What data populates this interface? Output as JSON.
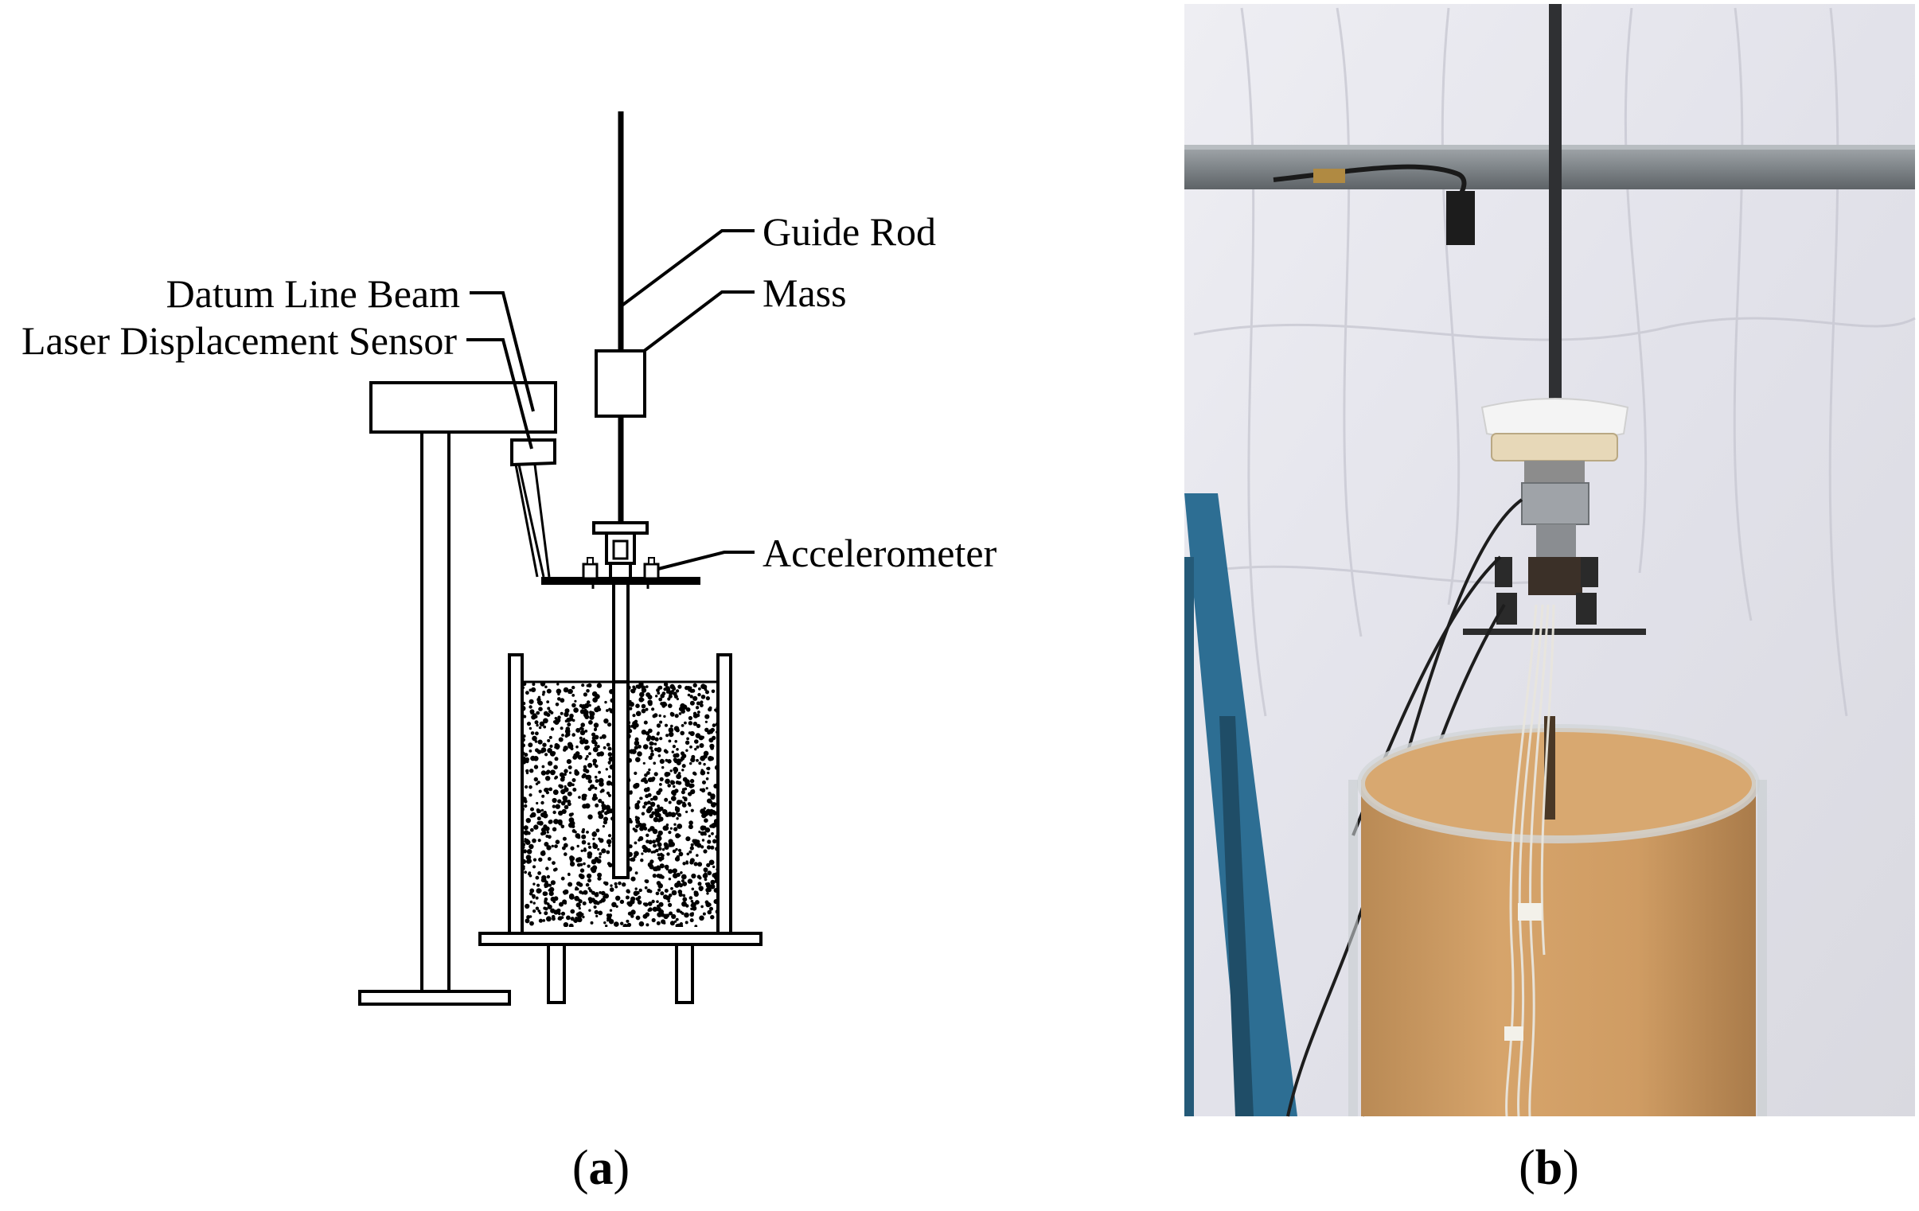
{
  "labels": {
    "guide_rod": "Guide Rod",
    "mass": "Mass",
    "datum_line_beam": "Datum Line Beam",
    "laser_displacement_sensor": "Laser Displacement Sensor",
    "accelerometer": "Accelerometer"
  },
  "captions": {
    "a": {
      "open": "(",
      "letter": "a",
      "close": ")"
    },
    "b": {
      "open": "(",
      "letter": "b",
      "close": ")"
    }
  },
  "colors": {
    "line": "#000000",
    "sand": "#cf9c63",
    "curtain": "#e8e8ee",
    "frame_blue": "#2d6e93",
    "beam_gray": "#8a8f93",
    "sensor_rod": "#3a3a3a"
  }
}
